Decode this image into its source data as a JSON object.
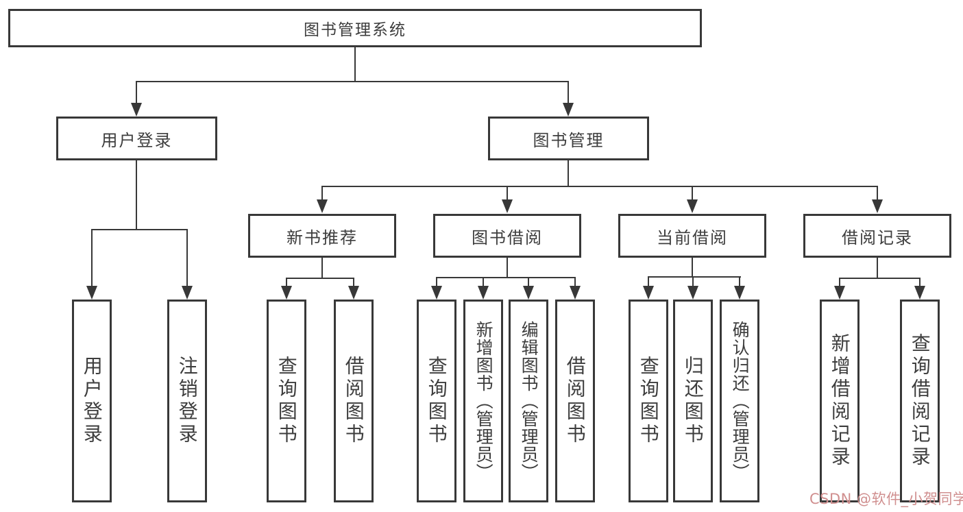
{
  "watermark": {
    "text": "CSDN @软件_小贺同学"
  },
  "colors": {
    "line": "#383838",
    "text": "#3d3d3d",
    "background": "#ffffff",
    "watermark": "#d08f8f"
  },
  "tree": {
    "root": {
      "label": "图书管理系统",
      "children": [
        {
          "label": "用户登录",
          "children": [
            {
              "label": "用户登录"
            },
            {
              "label": "注销登录"
            }
          ]
        },
        {
          "label": "图书管理",
          "children": [
            {
              "label": "新书推荐",
              "children": [
                {
                  "label": "查询图书"
                },
                {
                  "label": "借阅图书"
                }
              ]
            },
            {
              "label": "图书借阅",
              "children": [
                {
                  "label": "查询图书"
                },
                {
                  "label": "新增图书（管理员）"
                },
                {
                  "label": "编辑图书（管理员）"
                },
                {
                  "label": "借阅图书"
                }
              ]
            },
            {
              "label": "当前借阅",
              "children": [
                {
                  "label": "查询图书"
                },
                {
                  "label": "归还图书"
                },
                {
                  "label": "确认归还（管理员）"
                }
              ]
            },
            {
              "label": "借阅记录",
              "children": [
                {
                  "label": "新增借阅记录"
                },
                {
                  "label": "查询借阅记录"
                }
              ]
            }
          ]
        }
      ]
    }
  }
}
